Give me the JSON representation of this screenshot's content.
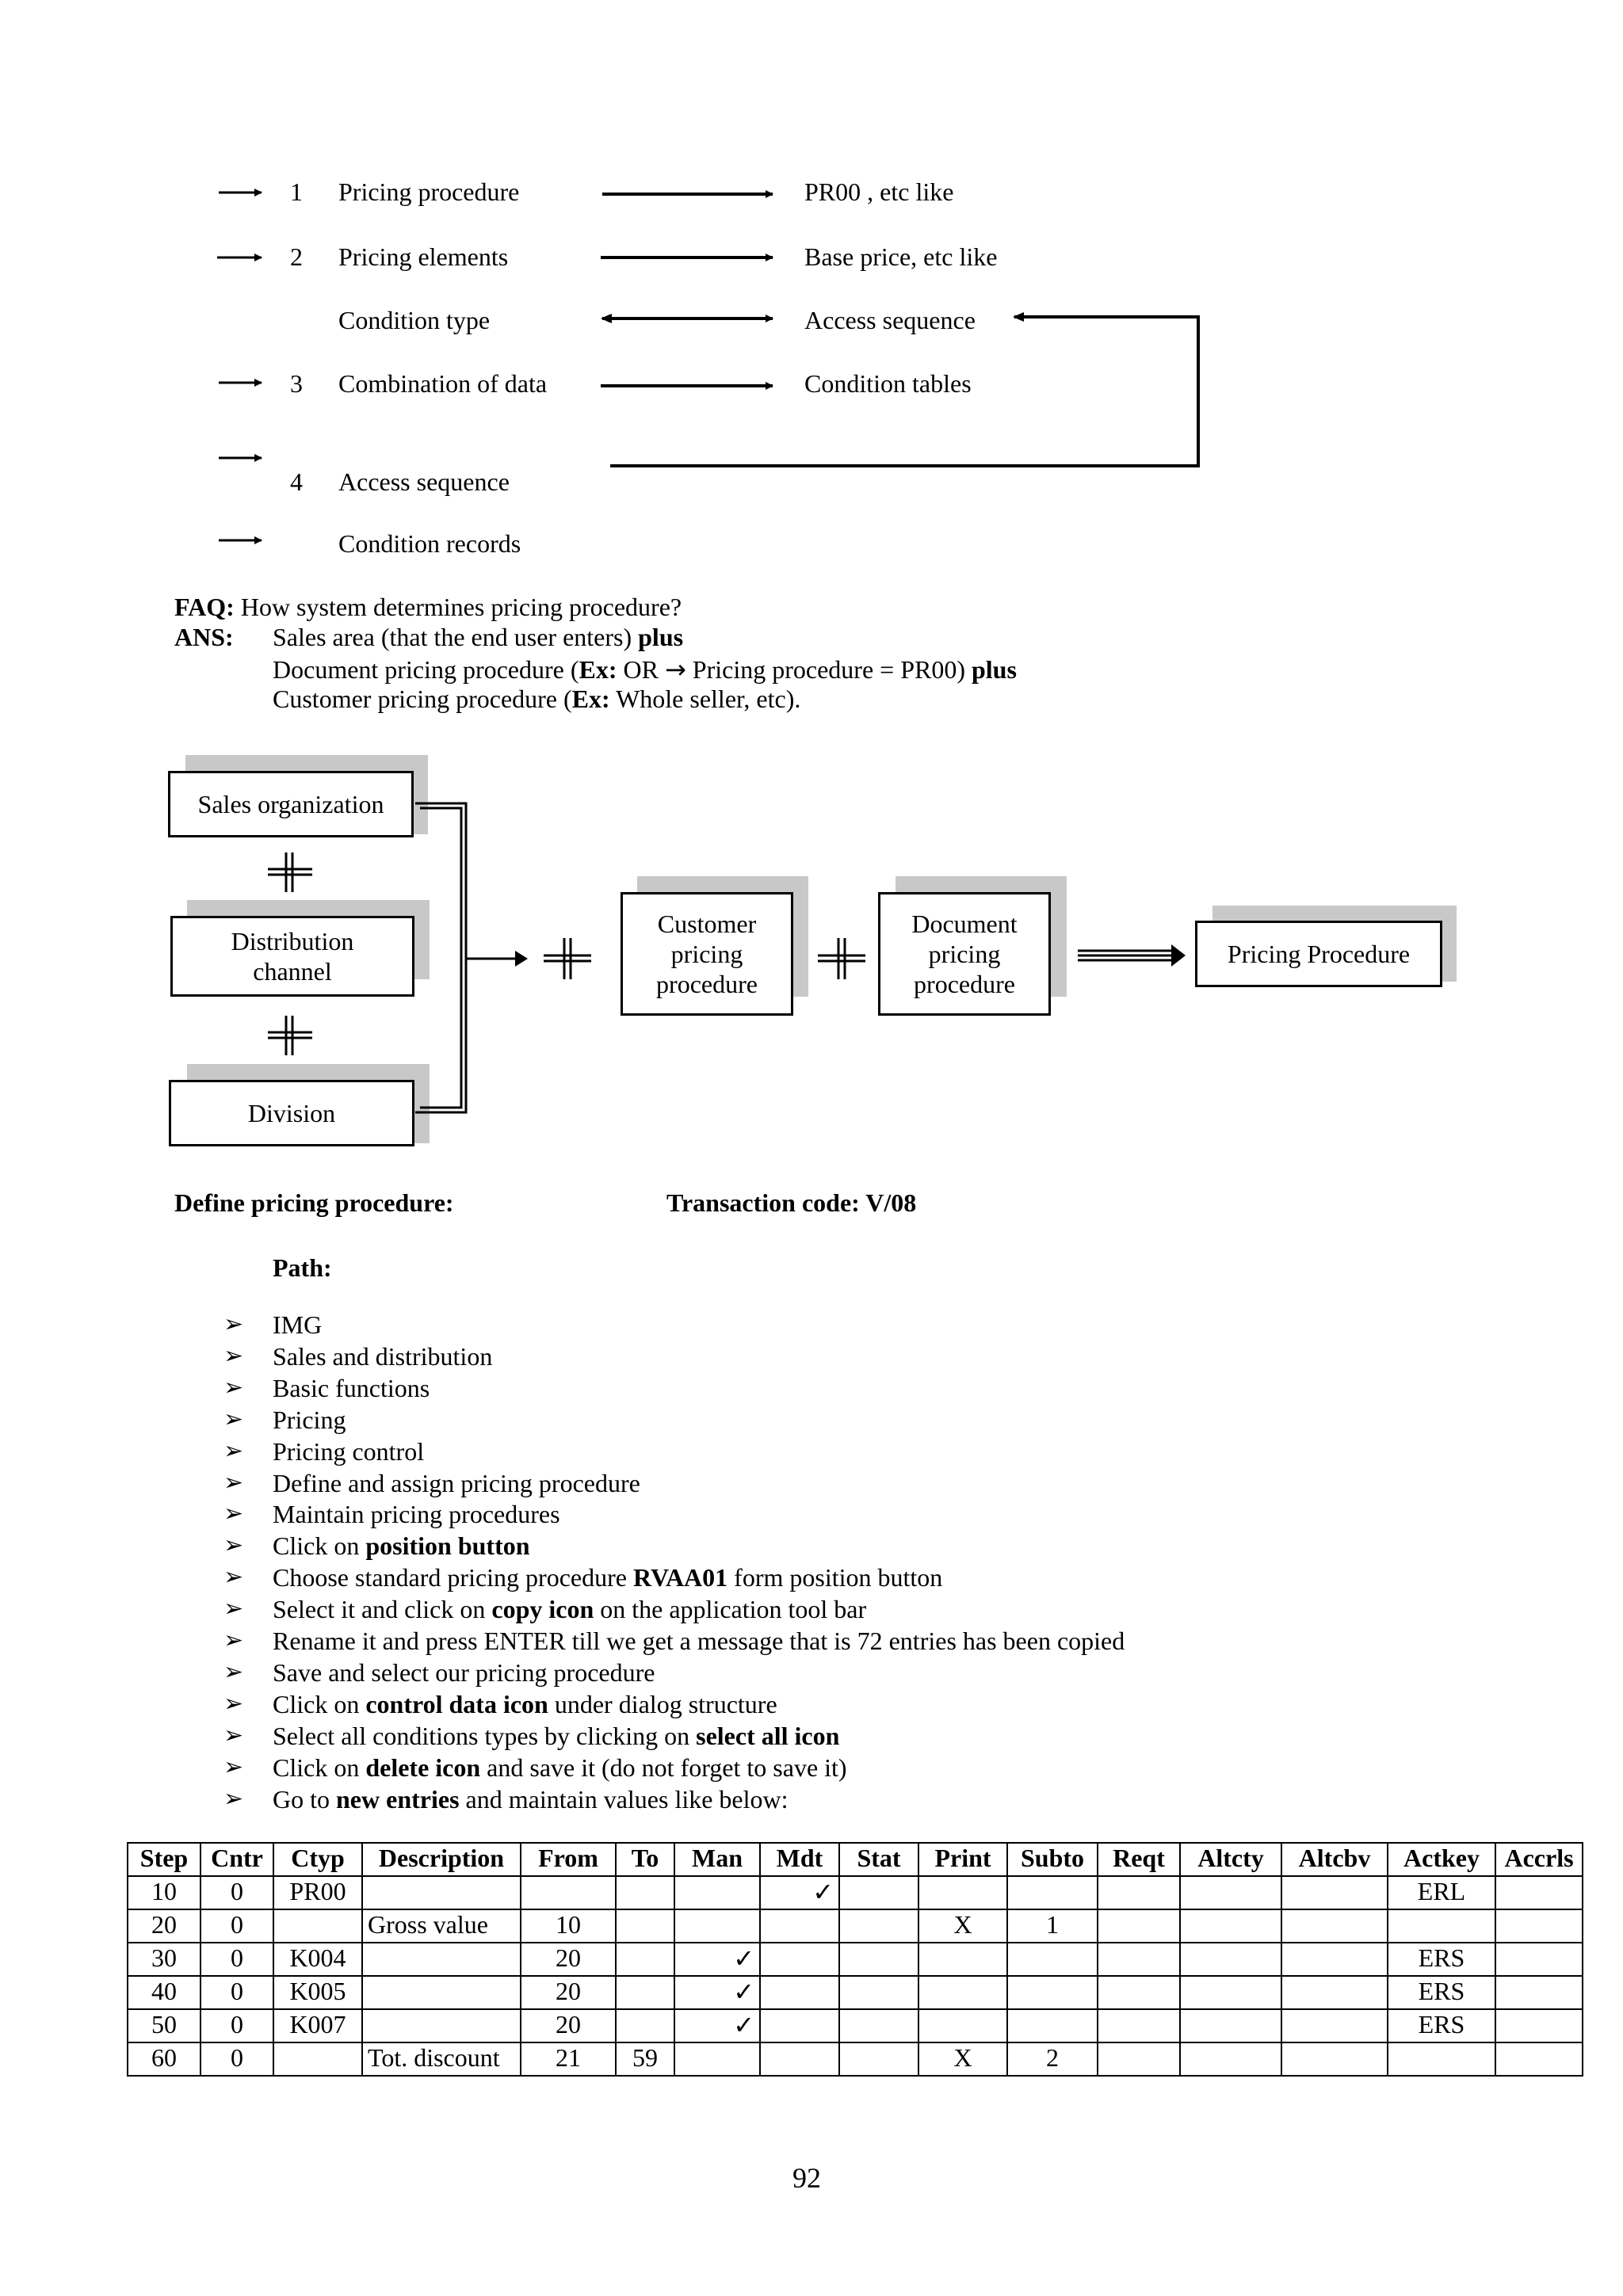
{
  "concept_rows": [
    {
      "num": "1",
      "left": "Pricing procedure",
      "right": "PR00 , etc like"
    },
    {
      "num": "2",
      "left": "Pricing elements",
      "right": "Base price, etc like"
    },
    {
      "num": "",
      "left": "Condition type",
      "right": "Access sequence"
    },
    {
      "num": "3",
      "left": "Combination of data",
      "right": "Condition tables"
    },
    {
      "num": "4",
      "left": "Access sequence",
      "right": ""
    },
    {
      "num": "",
      "left": "Condition records",
      "right": ""
    }
  ],
  "faq": {
    "q_label": "FAQ:",
    "question": "How system determines pricing procedure?",
    "a_label": "ANS:",
    "line1": "Sales area (that the end user enters)",
    "line1_bold": "plus",
    "line2_a": "Document pricing procedure (",
    "line2_ex": "Ex:",
    "line2_b": " OR ",
    "line2_arrow": "→",
    "line2_c": " Pricing procedure = PR00) ",
    "line2_bold": "plus",
    "line3_a": "Customer pricing procedure (",
    "line3_ex": "Ex:",
    "line3_b": " Whole seller, etc)."
  },
  "diagram": {
    "sales_org": "Sales organization",
    "dist_line1": "Distribution",
    "dist_line2": "channel",
    "division": "Division",
    "cust_line1": "Customer",
    "cust_line2": "pricing",
    "cust_line3": "procedure",
    "doc_line1": "Document",
    "doc_line2": "pricing",
    "doc_line3": "procedure",
    "result": "Pricing Procedure"
  },
  "define": {
    "label": "Define pricing procedure:",
    "tcode": "Transaction code: V/08",
    "path": "Path:"
  },
  "path_items": [
    [
      {
        "t": "IMG"
      }
    ],
    [
      {
        "t": "Sales and distribution"
      }
    ],
    [
      {
        "t": "Basic functions"
      }
    ],
    [
      {
        "t": "Pricing"
      }
    ],
    [
      {
        "t": "Pricing control"
      }
    ],
    [
      {
        "t": "Define and assign pricing procedure"
      }
    ],
    [
      {
        "t": "Maintain pricing procedures"
      }
    ],
    [
      {
        "t": "Click on "
      },
      {
        "t": "position button",
        "b": true
      }
    ],
    [
      {
        "t": "Choose standard pricing procedure "
      },
      {
        "t": "RVAA01",
        "b": true
      },
      {
        "t": " form position button"
      }
    ],
    [
      {
        "t": "Select it and click on "
      },
      {
        "t": "copy icon",
        "b": true
      },
      {
        "t": " on the application tool bar"
      }
    ],
    [
      {
        "t": "Rename it and press ENTER till we get a message that is 72 entries has been copied"
      }
    ],
    [
      {
        "t": "Save and select our pricing procedure"
      }
    ],
    [
      {
        "t": "Click on "
      },
      {
        "t": "control data icon",
        "b": true
      },
      {
        "t": " under dialog structure"
      }
    ],
    [
      {
        "t": "Select all conditions types by clicking on "
      },
      {
        "t": "select all icon",
        "b": true
      }
    ],
    [
      {
        "t": "Click on "
      },
      {
        "t": "delete icon",
        "b": true
      },
      {
        "t": " and save it (do not forget to save it)"
      }
    ],
    [
      {
        "t": "Go to "
      },
      {
        "t": "new entries",
        "b": true
      },
      {
        "t": " and maintain values like below:"
      }
    ]
  ],
  "bullet_glyph": "➢",
  "table": {
    "headers": [
      "Step",
      "Cntr",
      "Ctyp",
      "Description",
      "From",
      "To",
      "Man",
      "Mdt",
      "Stat",
      "Print",
      "Subto",
      "Reqt",
      "Altcty",
      "Altcbv",
      "Actkey",
      "Accrls"
    ],
    "rows": [
      [
        "10",
        "0",
        "PR00",
        "",
        "",
        "",
        "",
        "✓",
        "",
        "",
        "",
        "",
        "",
        "",
        "ERL",
        ""
      ],
      [
        "20",
        "0",
        "",
        "Gross value",
        "10",
        "",
        "",
        "",
        "",
        "X",
        "1",
        "",
        "",
        "",
        "",
        ""
      ],
      [
        "30",
        "0",
        "K004",
        "",
        "20",
        "",
        "✓",
        "",
        "",
        "",
        "",
        "",
        "",
        "",
        "ERS",
        ""
      ],
      [
        "40",
        "0",
        "K005",
        "",
        "20",
        "",
        "✓",
        "",
        "",
        "",
        "",
        "",
        "",
        "",
        "ERS",
        ""
      ],
      [
        "50",
        "0",
        "K007",
        "",
        "20",
        "",
        "✓",
        "",
        "",
        "",
        "",
        "",
        "",
        "",
        "ERS",
        ""
      ],
      [
        "60",
        "0",
        "",
        "Tot. discount",
        "21",
        "59",
        "",
        "",
        "",
        "X",
        "2",
        "",
        "",
        "",
        "",
        ""
      ]
    ]
  },
  "page_number": "92"
}
